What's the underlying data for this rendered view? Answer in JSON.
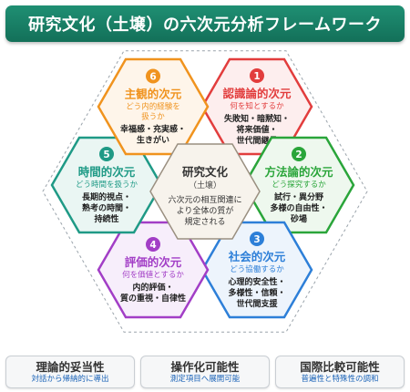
{
  "title": "研究文化（土壌）の六次元分析フレームワーク",
  "center": {
    "title": "研究文化",
    "subtitle": "（土壌）",
    "desc_lines": [
      "六次元の相互関連に",
      "より全体の質が",
      "規定される"
    ]
  },
  "dimensions": [
    {
      "number": "1",
      "title": "認識論的次元",
      "question": [
        "何を知とするか"
      ],
      "items": [
        "失敗知・暗黙知・",
        "将来価値・",
        "世代間継承"
      ],
      "color": "#e23d3d",
      "fill": "#fdeeee"
    },
    {
      "number": "2",
      "title": "方法論的次元",
      "question": [
        "どう探究するか"
      ],
      "items": [
        "試行・異分野",
        "多様の自由性・",
        "砂場"
      ],
      "color": "#2aa53a",
      "fill": "#eef8ee"
    },
    {
      "number": "3",
      "title": "社会的次元",
      "question": [
        "どう協働するか"
      ],
      "items": [
        "心理的安全性・",
        "多様性・信頼・",
        "世代間支援"
      ],
      "color": "#2d7fd8",
      "fill": "#edf4fc"
    },
    {
      "number": "4",
      "title": "評価的次元",
      "question": [
        "何を価値とするか"
      ],
      "items": [
        "内的評価・",
        "質の重視・自律性"
      ],
      "color": "#a23ec6",
      "fill": "#f7eefb"
    },
    {
      "number": "5",
      "title": "時間的次元",
      "question": [
        "どう時間を扱うか"
      ],
      "items": [
        "長期的視点・",
        "熟考の時間・",
        "持続性"
      ],
      "color": "#1f9a86",
      "fill": "#eaf6f3"
    },
    {
      "number": "6",
      "title": "主観的次元",
      "question": [
        "どう内的経験を",
        "扱うか"
      ],
      "items": [
        "幸福感・充実感・",
        "生きがい"
      ],
      "color": "#f0931e",
      "fill": "#fef5ea"
    }
  ],
  "bottom": [
    {
      "title": "理論的妥当性",
      "subtitle": "対話から帰納的に導出"
    },
    {
      "title": "操作化可能性",
      "subtitle": "測定項目へ展開可能"
    },
    {
      "title": "国際比較可能性",
      "subtitle": "普遍性と特殊性の調和"
    }
  ]
}
